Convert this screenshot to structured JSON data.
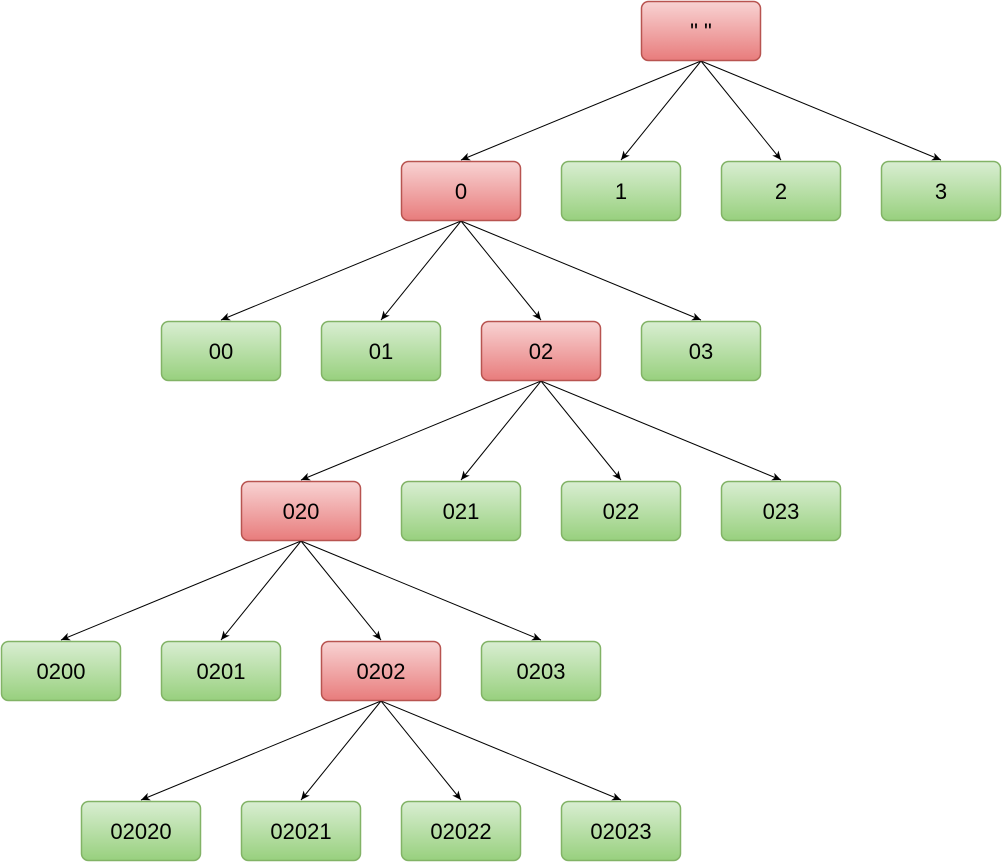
{
  "colors": {
    "expanded_fill_top": "#f8d3d3",
    "expanded_fill_bottom": "#e87c7c",
    "expanded_stroke": "#b85450",
    "leaf_fill_top": "#d9eed2",
    "leaf_fill_bottom": "#98d07e",
    "leaf_stroke": "#82b366",
    "edge": "#000000"
  },
  "nodes": [
    {
      "id": "root",
      "label": "\" \"",
      "state": "expanded"
    },
    {
      "id": "n0",
      "label": "0",
      "state": "expanded"
    },
    {
      "id": "n1",
      "label": "1",
      "state": "leaf"
    },
    {
      "id": "n2",
      "label": "2",
      "state": "leaf"
    },
    {
      "id": "n3",
      "label": "3",
      "state": "leaf"
    },
    {
      "id": "n00",
      "label": "00",
      "state": "leaf"
    },
    {
      "id": "n01",
      "label": "01",
      "state": "leaf"
    },
    {
      "id": "n02",
      "label": "02",
      "state": "expanded"
    },
    {
      "id": "n03",
      "label": "03",
      "state": "leaf"
    },
    {
      "id": "n020",
      "label": "020",
      "state": "expanded"
    },
    {
      "id": "n021",
      "label": "021",
      "state": "leaf"
    },
    {
      "id": "n022",
      "label": "022",
      "state": "leaf"
    },
    {
      "id": "n023",
      "label": "023",
      "state": "leaf"
    },
    {
      "id": "n0200",
      "label": "0200",
      "state": "leaf"
    },
    {
      "id": "n0201",
      "label": "0201",
      "state": "leaf"
    },
    {
      "id": "n0202",
      "label": "0202",
      "state": "expanded"
    },
    {
      "id": "n0203",
      "label": "0203",
      "state": "leaf"
    },
    {
      "id": "n02020",
      "label": "02020",
      "state": "leaf"
    },
    {
      "id": "n02021",
      "label": "02021",
      "state": "leaf"
    },
    {
      "id": "n02022",
      "label": "02022",
      "state": "leaf"
    },
    {
      "id": "n02023",
      "label": "02023",
      "state": "leaf"
    }
  ],
  "edges": [
    {
      "from": "root",
      "to": "n0"
    },
    {
      "from": "root",
      "to": "n1"
    },
    {
      "from": "root",
      "to": "n2"
    },
    {
      "from": "root",
      "to": "n3"
    },
    {
      "from": "n0",
      "to": "n00"
    },
    {
      "from": "n0",
      "to": "n01"
    },
    {
      "from": "n0",
      "to": "n02"
    },
    {
      "from": "n0",
      "to": "n03"
    },
    {
      "from": "n02",
      "to": "n020"
    },
    {
      "from": "n02",
      "to": "n021"
    },
    {
      "from": "n02",
      "to": "n022"
    },
    {
      "from": "n02",
      "to": "n023"
    },
    {
      "from": "n020",
      "to": "n0200"
    },
    {
      "from": "n020",
      "to": "n0201"
    },
    {
      "from": "n020",
      "to": "n0202"
    },
    {
      "from": "n020",
      "to": "n0203"
    },
    {
      "from": "n0202",
      "to": "n02020"
    },
    {
      "from": "n0202",
      "to": "n02021"
    },
    {
      "from": "n0202",
      "to": "n02022"
    },
    {
      "from": "n0202",
      "to": "n02023"
    }
  ]
}
